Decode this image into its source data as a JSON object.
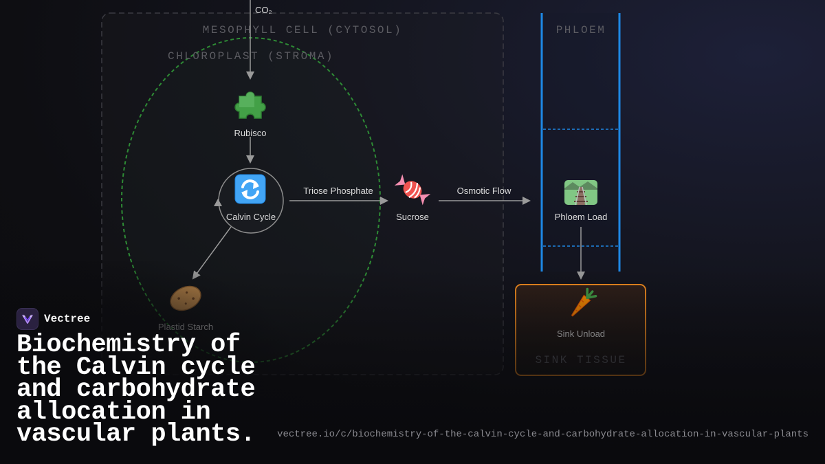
{
  "regions": {
    "mesophyll": "MESOPHYLL CELL (CYTOSOL)",
    "chloroplast": "CHLOROPLAST (STROMA)",
    "phloem": "PHLOEM",
    "sink": "SINK TISSUE"
  },
  "nodes": {
    "rubisco": {
      "label": "Rubisco",
      "icon": "puzzle-piece-icon"
    },
    "calvin": {
      "label": "Calvin Cycle",
      "icon": "cycle-arrows-icon"
    },
    "sucrose": {
      "label": "Sucrose",
      "icon": "candy-icon"
    },
    "phloem_load": {
      "label": "Phloem Load",
      "icon": "railway-track-icon"
    },
    "starch": {
      "label": "Plastid Starch",
      "icon": "potato-icon"
    },
    "sink_unload": {
      "label": "Sink Unload",
      "icon": "carrot-icon"
    }
  },
  "edges": {
    "co2": "CO₂",
    "triose": "Triose Phosphate",
    "osmotic": "Osmotic Flow"
  },
  "brand": {
    "name": "Vectree"
  },
  "title": "Biochemistry of the Calvin cycle and carbohydrate allocation in vascular plants.",
  "url": "vectree.io/c/biochemistry-of-the-calvin-cycle-and-carbohydrate-allocation-in-vascular-plants",
  "colors": {
    "chloroplast": "#2e8b35",
    "phloem": "#1e88e5",
    "sink": "#ef8a1f",
    "arrow": "#9a9a9a"
  }
}
